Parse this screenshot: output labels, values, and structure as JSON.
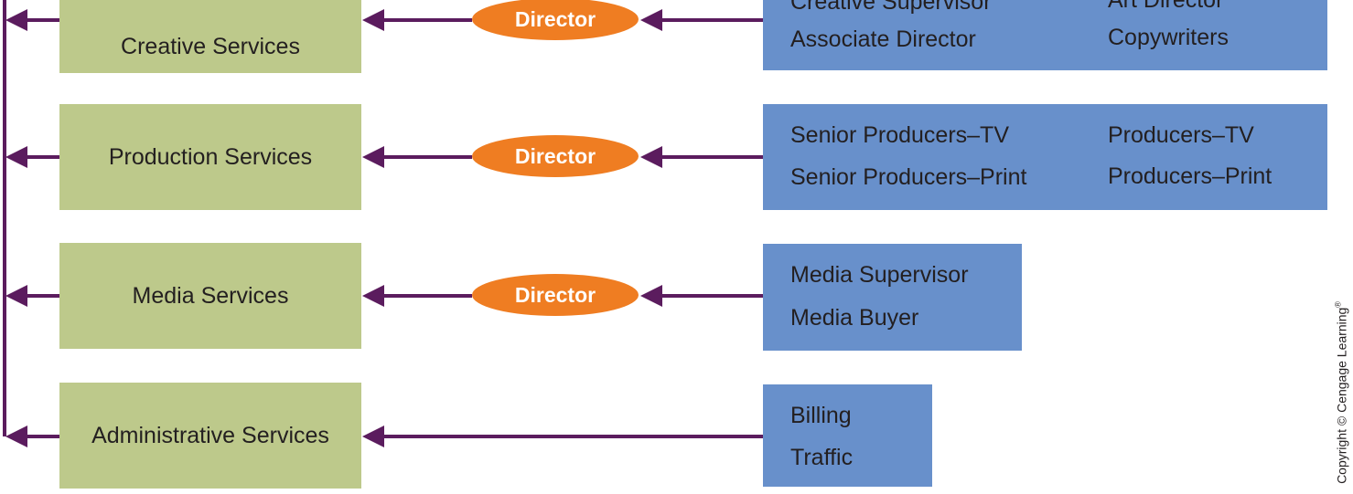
{
  "colors": {
    "connector": "#5b1c5e",
    "service_box": "#bdc98b",
    "director_oval": "#ef7d22",
    "roles_box": "#6890cb"
  },
  "rows": [
    {
      "service": "Creative Services",
      "director": "Director",
      "roles": [
        [
          "Creative Supervisor",
          "Associate Director"
        ],
        [
          "Art Director",
          "Copywriters"
        ]
      ]
    },
    {
      "service": "Production Services",
      "director": "Director",
      "roles": [
        [
          "Senior Producers–TV",
          "Senior Producers–Print"
        ],
        [
          "Producers–TV",
          "Producers–Print"
        ]
      ]
    },
    {
      "service": "Media Services",
      "director": "Director",
      "roles": [
        [
          "Media Supervisor",
          "Media Buyer"
        ]
      ]
    },
    {
      "service": "Administrative Services",
      "director": "",
      "roles": [
        [
          "Billing",
          "Traffic"
        ]
      ]
    }
  ],
  "copyright": "Copyright © Cengage Learning"
}
